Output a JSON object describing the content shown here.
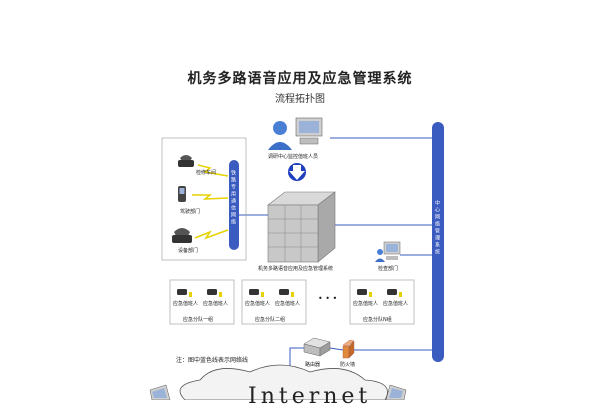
{
  "diagram": {
    "title": "机务多路语音应用及应急管理系统",
    "subtitle": "流程拓扑图",
    "top_operator_label": "调研中心监控值班人员",
    "left_devices": [
      {
        "label": "检修车间"
      },
      {
        "label": "驾驶部门"
      },
      {
        "label": "设备部门"
      }
    ],
    "left_bus_label": "铁路专用通信网络",
    "right_bus_label": "中心网络管理系统",
    "server_label": "机务多路语音应用及应急管理系统",
    "right_device_label": "检查部门",
    "units": [
      {
        "phone1": "应急值班人",
        "phone2": "应急值班人",
        "caption": "应急分队一组"
      },
      {
        "phone1": "应急值班人",
        "phone2": "应急值班人",
        "caption": "应急分队二组"
      },
      {
        "phone1": "应急值班人",
        "phone2": "应急值班人",
        "caption": "应急分队N组"
      }
    ],
    "ellipsis": "• • •",
    "note": "注：图中蓝色线表示网络线",
    "router_label": "路由器",
    "firewall_label": "防火墙",
    "internet_label": "Internet",
    "colors": {
      "bus_blue": "#3a5bbf",
      "arrow_blue": "#1f3fbf",
      "link_yellow": "#e6d200",
      "firewall_orange": "#e08a3c",
      "box_gray": "#b9b9b9"
    }
  }
}
